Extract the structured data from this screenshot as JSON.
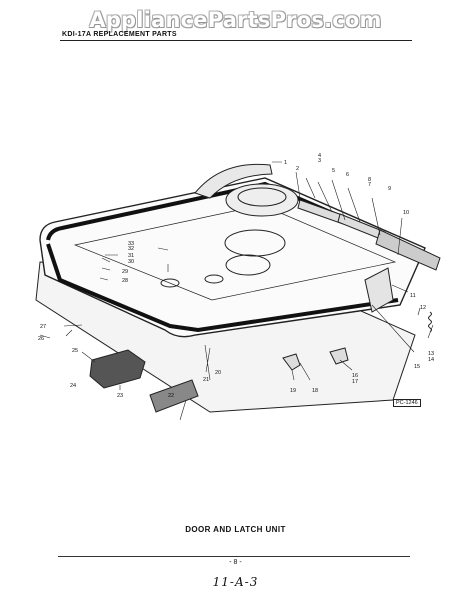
{
  "watermark": "AppliancePartsPros.com",
  "header": {
    "title": "KDI-17A REPLACEMENT PARTS"
  },
  "figure": {
    "code": "PC-1246",
    "callouts": [
      "1",
      "2",
      "3",
      "4",
      "5",
      "6",
      "7",
      "8",
      "9",
      "10",
      "11",
      "12",
      "13",
      "14",
      "15",
      "16",
      "17",
      "18",
      "19",
      "20",
      "21",
      "22",
      "23",
      "24",
      "25",
      "26",
      "27",
      "28",
      "29",
      "30",
      "31",
      "32",
      "33"
    ]
  },
  "caption": "DOOR AND LATCH UNIT",
  "page_number": "- 8 -",
  "handwritten_note": "11-A-3"
}
